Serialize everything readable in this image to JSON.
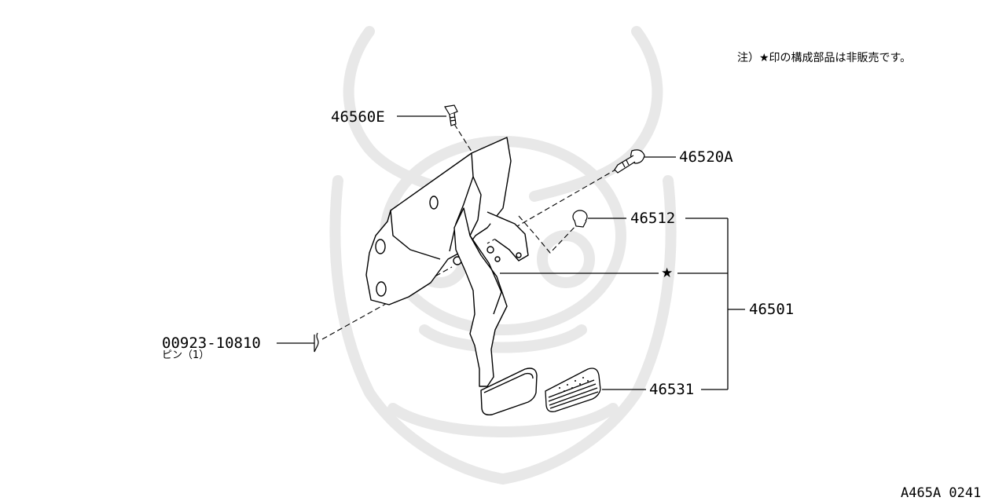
{
  "note": "注）★印の構成部品は非販売です。",
  "parts": {
    "bolt_top": "46560E",
    "bolt_right": "46520A",
    "bushing": "46512",
    "assembly": "46501",
    "pad": "46531",
    "pin_number": "00923-10810",
    "pin_name": "ピン（1）",
    "star_marker": "★"
  },
  "diagram_code": "A465A 0241",
  "colors": {
    "line": "#000000",
    "watermark": "#e6e6e6",
    "background": "#ffffff"
  }
}
